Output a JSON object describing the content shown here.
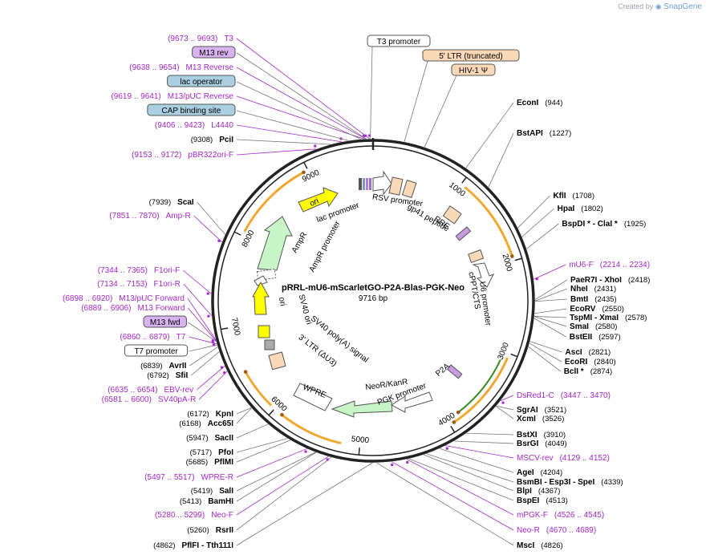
{
  "watermark": {
    "prefix": "Created by",
    "brand": "SnapGene"
  },
  "plasmid": {
    "name": "pRRL-mU6-mScarletGO-P2A-Blas-PGK-Neo",
    "size_label": "9716 bp",
    "length": 9716
  },
  "ticks": [
    {
      "pos": 1000,
      "label": "1000"
    },
    {
      "pos": 2000,
      "label": "2000"
    },
    {
      "pos": 3000,
      "label": "3000"
    },
    {
      "pos": 4000,
      "label": "4000"
    },
    {
      "pos": 5000,
      "label": "5000"
    },
    {
      "pos": 6000,
      "label": "6000"
    },
    {
      "pos": 7000,
      "label": "7000"
    },
    {
      "pos": 8000,
      "label": "8000"
    },
    {
      "pos": 9000,
      "label": "9000"
    }
  ],
  "right_labels": [
    {
      "kind": "enzyme",
      "name": "EconI",
      "pos_text": "(944)",
      "site": 944
    },
    {
      "kind": "enzyme",
      "name": "BstAPI",
      "pos_text": "(1227)",
      "site": 1227
    },
    {
      "kind": "enzyme",
      "name": "KflI",
      "pos_text": "(1708)",
      "site": 1708
    },
    {
      "kind": "enzyme",
      "name": "HpaI",
      "pos_text": "(1802)",
      "site": 1802
    },
    {
      "kind": "enzyme",
      "name": "BspDI * - ClaI *",
      "pos_text": "(1925)",
      "site": 1925
    },
    {
      "kind": "primer",
      "name": "mU6-F",
      "pos_text": "(2214 .. 2234)",
      "site": 2224
    },
    {
      "kind": "enzyme",
      "name": "PaeR7I - XhoI",
      "pos_text": "(2418)",
      "site": 2418
    },
    {
      "kind": "enzyme",
      "name": "NheI",
      "pos_text": "(2431)",
      "site": 2431
    },
    {
      "kind": "enzyme",
      "name": "BmtI",
      "pos_text": "(2435)",
      "site": 2435
    },
    {
      "kind": "enzyme",
      "name": "EcoRV",
      "pos_text": "(2550)",
      "site": 2550
    },
    {
      "kind": "enzyme",
      "name": "TspMI - XmaI",
      "pos_text": "(2578)",
      "site": 2578
    },
    {
      "kind": "enzyme",
      "name": "SmaI",
      "pos_text": "(2580)",
      "site": 2580
    },
    {
      "kind": "enzyme",
      "name": "BstEII",
      "pos_text": "(2597)",
      "site": 2597
    },
    {
      "kind": "enzyme",
      "name": "AscI",
      "pos_text": "(2821)",
      "site": 2821
    },
    {
      "kind": "enzyme",
      "name": "EcoRI",
      "pos_text": "(2840)",
      "site": 2840
    },
    {
      "kind": "enzyme",
      "name": "BclI *",
      "pos_text": "(2874)",
      "site": 2874
    },
    {
      "kind": "primer",
      "name": "DsRed1-C",
      "pos_text": "(3447 .. 3470)",
      "site": 3458
    },
    {
      "kind": "enzyme",
      "name": "SgrAI",
      "pos_text": "(3521)",
      "site": 3521
    },
    {
      "kind": "enzyme",
      "name": "XcmI",
      "pos_text": "(3526)",
      "site": 3526
    },
    {
      "kind": "enzyme",
      "name": "BstXI",
      "pos_text": "(3910)",
      "site": 3910
    },
    {
      "kind": "enzyme",
      "name": "BsrGI",
      "pos_text": "(4049)",
      "site": 4049
    },
    {
      "kind": "primer",
      "name": "MSCV-rev",
      "pos_text": "(4129 .. 4152)",
      "site": 4140
    },
    {
      "kind": "enzyme",
      "name": "AgeI",
      "pos_text": "(4204)",
      "site": 4204
    },
    {
      "kind": "enzyme",
      "name": "BsmBI - Esp3I - SpeI",
      "pos_text": "(4339)",
      "site": 4339
    },
    {
      "kind": "enzyme",
      "name": "BlpI",
      "pos_text": "(4367)",
      "site": 4367
    },
    {
      "kind": "enzyme",
      "name": "BspEI",
      "pos_text": "(4513)",
      "site": 4513
    },
    {
      "kind": "primer",
      "name": "mPGK-F",
      "pos_text": "(4526 .. 4545)",
      "site": 4535
    },
    {
      "kind": "primer",
      "name": "Neo-R",
      "pos_text": "(4670 .. 4689)",
      "site": 4680
    },
    {
      "kind": "enzyme",
      "name": "MscI",
      "pos_text": "(4826)",
      "site": 4826
    }
  ],
  "left_labels": [
    {
      "kind": "enzyme",
      "name": "PflFI - Tth111I",
      "pos_text": "(4862)",
      "site": 4862
    },
    {
      "kind": "enzyme",
      "name": "RsrII",
      "pos_text": "(5260)",
      "site": 5260
    },
    {
      "kind": "primer",
      "name": "Neo-F",
      "pos_text": "(5280 .. 5299)",
      "site": 5290
    },
    {
      "kind": "enzyme",
      "name": "BamHI",
      "pos_text": "(5413)",
      "site": 5413
    },
    {
      "kind": "enzyme",
      "name": "SalI",
      "pos_text": "(5419)",
      "site": 5419
    },
    {
      "kind": "primer",
      "name": "WPRE-R",
      "pos_text": "(5497 .. 5517)",
      "site": 5507
    },
    {
      "kind": "enzyme",
      "name": "PflMI",
      "pos_text": "(5685)",
      "site": 5685
    },
    {
      "kind": "enzyme",
      "name": "PfoI",
      "pos_text": "(5717)",
      "site": 5717
    },
    {
      "kind": "enzyme",
      "name": "SacII",
      "pos_text": "(5947)",
      "site": 5947
    },
    {
      "kind": "enzyme",
      "name": "Acc65I",
      "pos_text": "(6168)",
      "site": 6168
    },
    {
      "kind": "enzyme",
      "name": "KpnI",
      "pos_text": "(6172)",
      "site": 6172
    },
    {
      "kind": "primer",
      "name": "SV40pA-R",
      "pos_text": "(6581 .. 6600)",
      "site": 6590
    },
    {
      "kind": "primer",
      "name": "EBV-rev",
      "pos_text": "(6635 .. 6654)",
      "site": 6645
    },
    {
      "kind": "enzyme",
      "name": "SfiI",
      "pos_text": "(6792)",
      "site": 6792
    },
    {
      "kind": "enzyme",
      "name": "AvrII",
      "pos_text": "(6839)",
      "site": 6839
    },
    {
      "kind": "box",
      "name": "T7 promoter",
      "site": 6860
    },
    {
      "kind": "primer",
      "name": "T7",
      "pos_text": "(6860 .. 6879)",
      "site": 6870
    },
    {
      "kind": "boxprimer",
      "name": "M13 fwd",
      "site": 6895
    },
    {
      "kind": "primer",
      "name": "M13 Forward",
      "pos_text": "(6889 .. 6906)",
      "site": 6897
    },
    {
      "kind": "primer",
      "name": "M13/pUC Forward",
      "pos_text": "(6898 .. 6920)",
      "site": 6909
    },
    {
      "kind": "primer",
      "name": "F1ori-R",
      "pos_text": "(7134 .. 7153)",
      "site": 7143
    },
    {
      "kind": "primer",
      "name": "F1ori-F",
      "pos_text": "(7344 .. 7365)",
      "site": 7354
    },
    {
      "kind": "primer",
      "name": "Amp-R",
      "pos_text": "(7851 .. 7870)",
      "site": 7860
    },
    {
      "kind": "enzyme",
      "name": "ScaI",
      "pos_text": "(7939)",
      "site": 7939
    },
    {
      "kind": "primer",
      "name": "pBR322ori-F",
      "pos_text": "(9153 .. 9172)",
      "site": 9162
    },
    {
      "kind": "enzyme",
      "name": "PciI",
      "pos_text": "(9308)",
      "site": 9308
    },
    {
      "kind": "primer",
      "name": "L4440",
      "pos_text": "(9406 .. 9423)",
      "site": 9414
    },
    {
      "kind": "box",
      "name": "CAP binding site",
      "site": 9480
    },
    {
      "kind": "primer",
      "name": "M13/pUC Reverse",
      "pos_text": "(9619 .. 9641)",
      "site": 9630
    },
    {
      "kind": "box",
      "name": "lac operator",
      "site": 9600
    },
    {
      "kind": "primer",
      "name": "M13 Reverse",
      "pos_text": "(9638 .. 9654)",
      "site": 9646
    },
    {
      "kind": "boxprimer",
      "name": "M13 rev",
      "site": 9650
    },
    {
      "kind": "primer",
      "name": "T3",
      "pos_text": "(9673 .. 9693)",
      "site": 9683
    }
  ],
  "top_boxes": [
    {
      "name": "T3 promoter",
      "style": "white",
      "site": 9690
    },
    {
      "name": "5' LTR (truncated)",
      "style": "orange",
      "site": 300
    },
    {
      "name": "HIV-1 Ψ",
      "style": "orange",
      "site": 500
    }
  ],
  "inner_labels": [
    {
      "text": "lac promoter"
    },
    {
      "text": "RSV promoter"
    },
    {
      "text": "RRE"
    },
    {
      "text": "gp41 peptide"
    },
    {
      "text": "ori"
    },
    {
      "text": "AmpR"
    },
    {
      "text": "AmpR promoter"
    },
    {
      "text": "cPPT/CTS"
    },
    {
      "text": "U6 promoter"
    },
    {
      "text": "SV40 ori"
    },
    {
      "text": "ori"
    },
    {
      "text": "SV40 poly(A) signal"
    },
    {
      "text": "3' LTR (ΔU3)"
    },
    {
      "text": "P2A"
    },
    {
      "text": "NeoR/KanR"
    },
    {
      "text": "PGK promoter"
    },
    {
      "text": "WPRE"
    }
  ],
  "colors": {
    "primer": "#a528c9",
    "ring": "#222222",
    "orange_arc": "#f0a832",
    "green_arc": "#3a8a1c",
    "ori_yellow": "#ffff00",
    "ampr_green": "#c8f5c8",
    "ltr_orange": "#fbd8b8",
    "blue_box": "#a9cfe0",
    "purple_box": "#d9b3f0"
  }
}
